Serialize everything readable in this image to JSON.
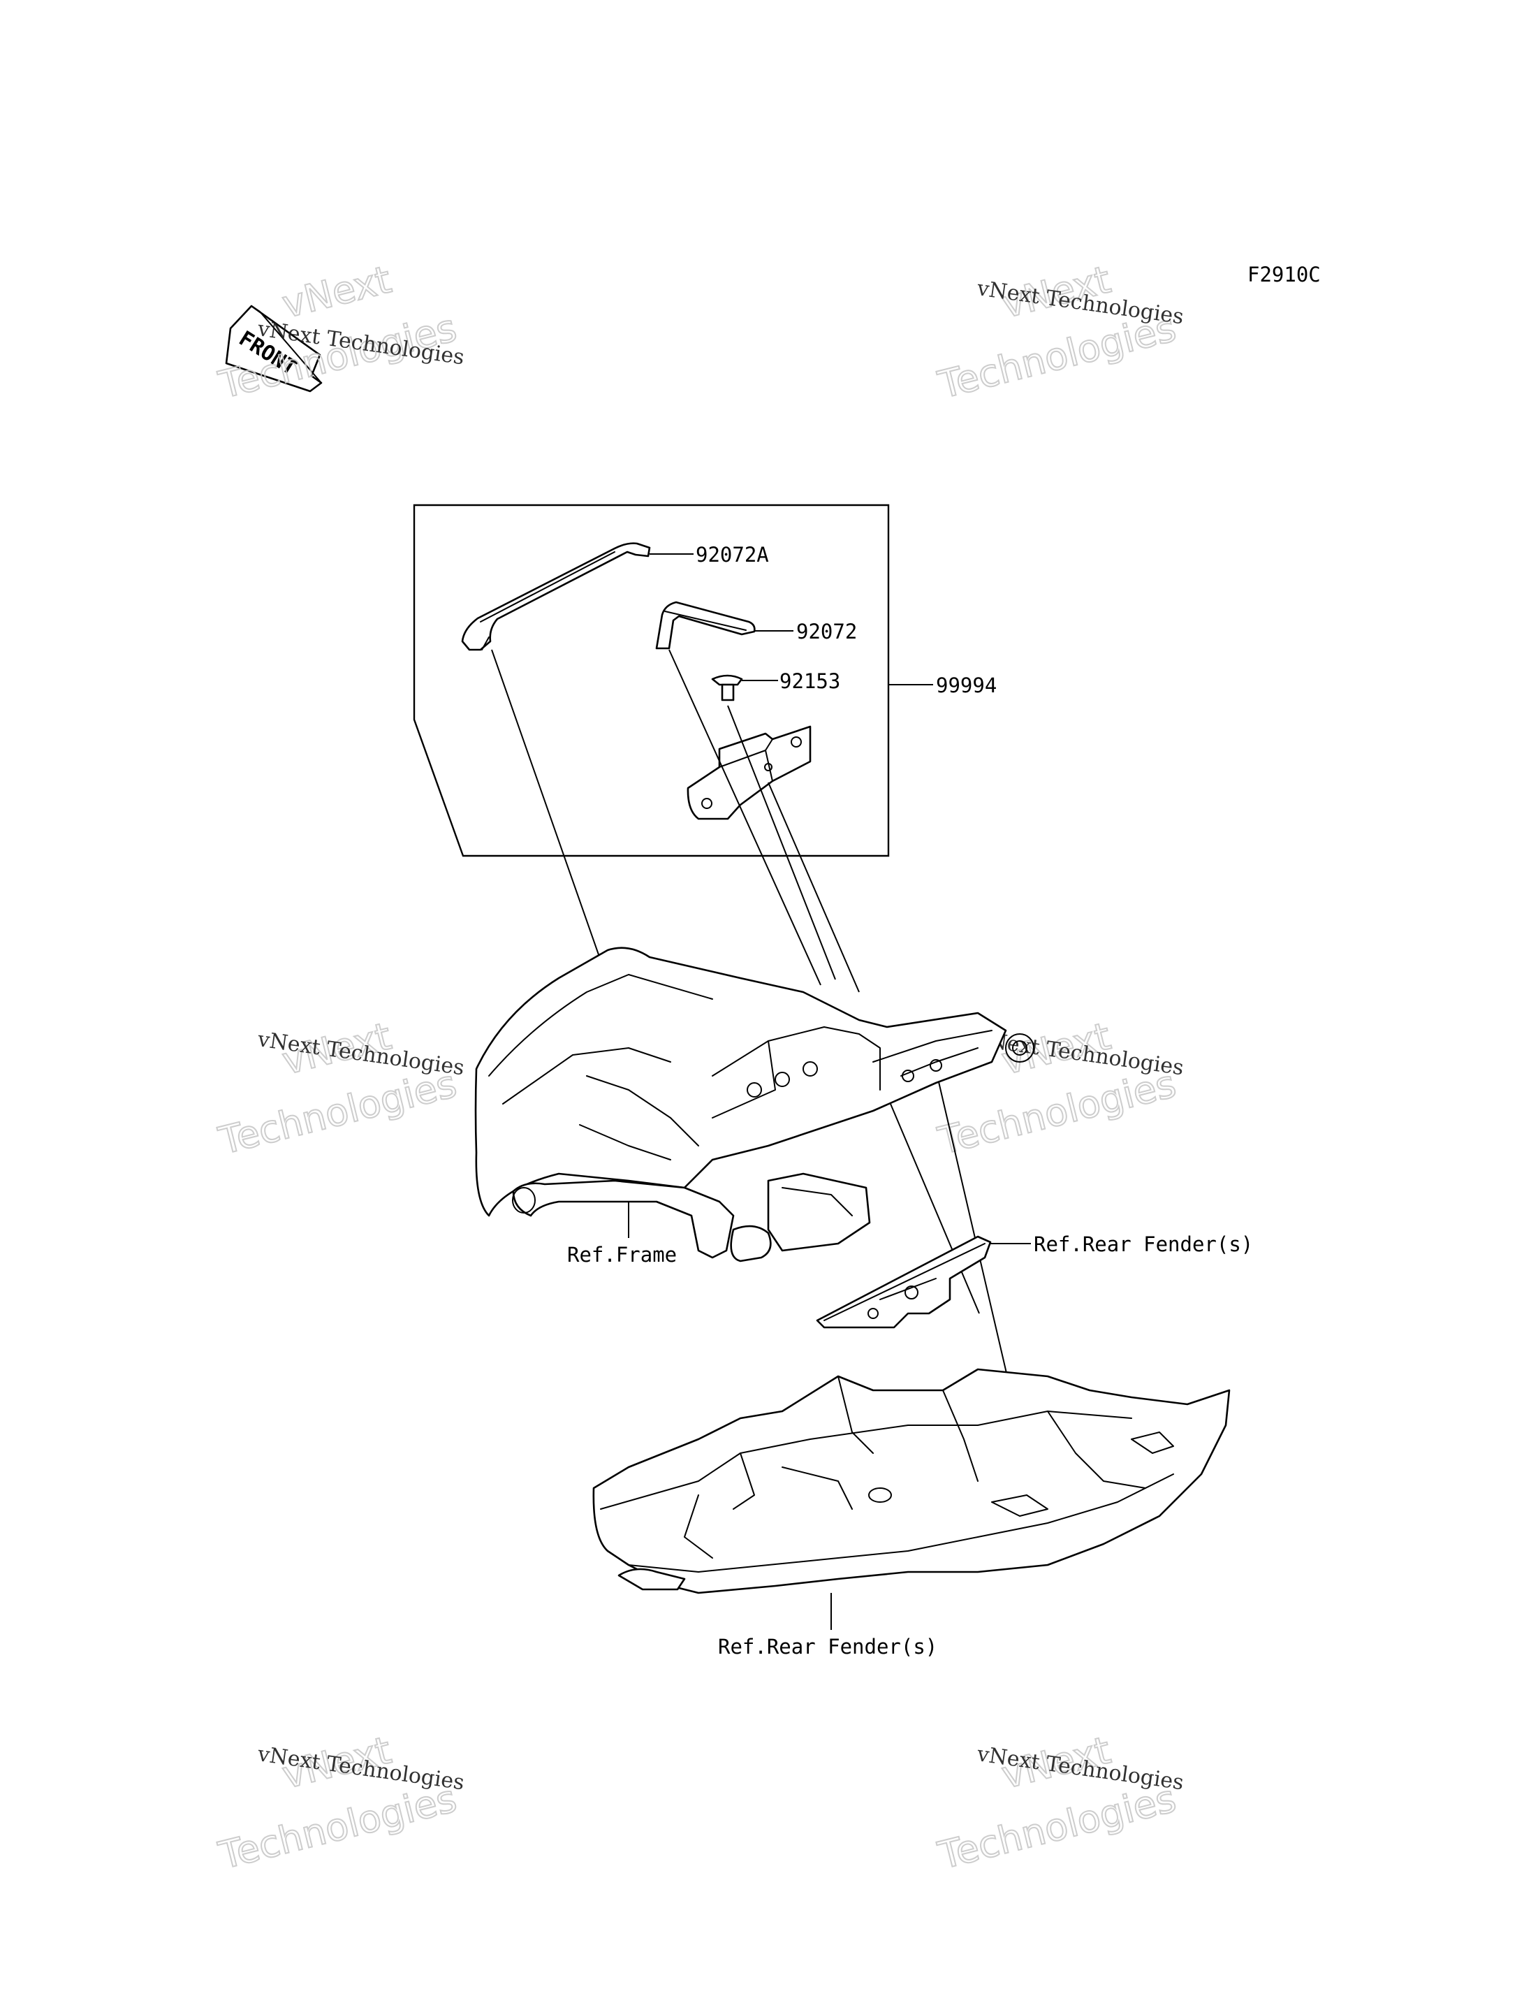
{
  "diagram_code": "F2910C",
  "front_label": "FRONT",
  "watermark": {
    "small": "vNext Technologies",
    "big_line1": "vNext",
    "big_line2": "Technologies"
  },
  "parts": [
    {
      "id": "p92072A",
      "label": "92072A"
    },
    {
      "id": "p92072",
      "label": "92072"
    },
    {
      "id": "p92153",
      "label": "92153"
    },
    {
      "id": "p99994",
      "label": "99994"
    }
  ],
  "references": {
    "frame": "Ref.Frame",
    "rear_fender_bracket": "Ref.Rear Fender(s)",
    "rear_fender": "Ref.Rear Fender(s)"
  }
}
